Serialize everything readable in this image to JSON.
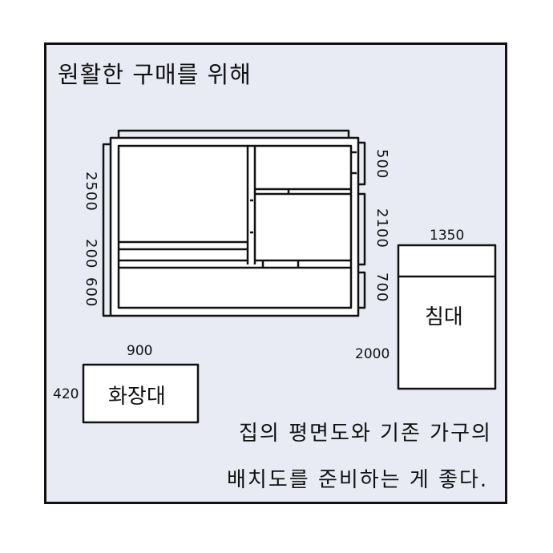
{
  "title": "원활한 구매를 위해",
  "floorplan": {
    "width_labels_left": [
      "2500",
      "200",
      "600"
    ],
    "width_labels_right": [
      "500",
      "2100",
      "700"
    ]
  },
  "bed": {
    "label": "침대",
    "width": "1350",
    "length": "2000"
  },
  "vanity": {
    "label": "화장대",
    "width": "900",
    "depth": "420"
  },
  "caption": {
    "line1": "집의 평면도와 기존 가구의",
    "line2": "배치도를 준비하는 게 좋다."
  }
}
